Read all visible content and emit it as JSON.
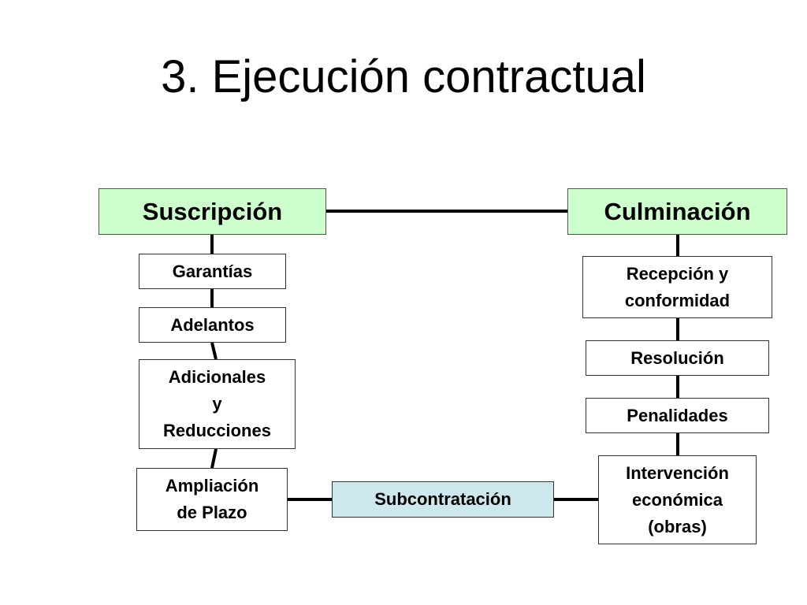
{
  "title": "3. Ejecución contractual",
  "colors": {
    "header_fill": "#ccffcc",
    "subcontract_fill": "#cce8ec",
    "box_fill": "#ffffff",
    "line": "#000000"
  },
  "left_branch": {
    "header": "Suscripción",
    "items": [
      "Garantías",
      "Adelantos",
      "Adicionales\ny\nReducciones",
      "Ampliación\nde Plazo"
    ]
  },
  "right_branch": {
    "header": "Culminación",
    "items": [
      "Recepción y\nconformidad",
      "Resolución",
      "Penalidades",
      "Intervención\neconómica\n(obras)"
    ]
  },
  "center": {
    "subcontract": "Subcontratación"
  }
}
